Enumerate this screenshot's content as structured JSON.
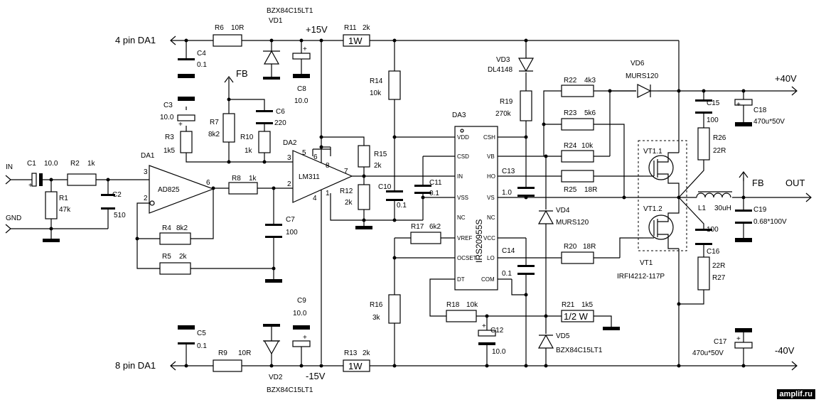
{
  "rails": {
    "pos15": "+15V",
    "neg15": "-15V",
    "pos40": "+40V",
    "neg40": "-40V"
  },
  "ports": {
    "in": "IN",
    "gnd": "GND",
    "out": "OUT",
    "fb_left": "FB",
    "fb_right": "FB",
    "pin4": "4 pin DA1",
    "pin8": "8 pin DA1"
  },
  "chips": {
    "da1": {
      "ref": "DA1",
      "part": "AD825",
      "pins": [
        "3",
        "2",
        "6"
      ]
    },
    "da2": {
      "ref": "DA2",
      "part": "LM311",
      "pins": [
        "3",
        "2",
        "7",
        "5",
        "6",
        "8",
        "4",
        "1"
      ]
    },
    "da3": {
      "ref": "DA3",
      "part": "IRS20955S",
      "left_pins": [
        "VDD",
        "CSD",
        "IN",
        "VSS",
        "NC",
        "VREF",
        "OCSET",
        "DT"
      ],
      "right_pins": [
        "CSH",
        "VB",
        "HO",
        "VS",
        "NC",
        "VCC",
        "LO",
        "COM"
      ]
    }
  },
  "resistors": {
    "r1": {
      "ref": "R1",
      "val": "47k"
    },
    "r2": {
      "ref": "R2",
      "val": "1k"
    },
    "r3": {
      "ref": "R3",
      "val": "1k5"
    },
    "r4": {
      "ref": "R4",
      "val": "8k2"
    },
    "r5": {
      "ref": "R5",
      "val": "2k"
    },
    "r6": {
      "ref": "R6",
      "val": "10R"
    },
    "r7": {
      "ref": "R7",
      "val": "8k2"
    },
    "r8": {
      "ref": "R8",
      "val": "1k"
    },
    "r9": {
      "ref": "R9",
      "val": "10R"
    },
    "r10": {
      "ref": "R10",
      "val": "1k"
    },
    "r11": {
      "ref": "R11",
      "val": "2k",
      "power": "1W"
    },
    "r12": {
      "ref": "R12",
      "val": "2k"
    },
    "r13": {
      "ref": "R13",
      "val": "2k",
      "power": "1W"
    },
    "r14": {
      "ref": "R14",
      "val": "10k"
    },
    "r15": {
      "ref": "R15",
      "val": "2k"
    },
    "r16": {
      "ref": "R16",
      "val": "3k"
    },
    "r17": {
      "ref": "R17",
      "val": "6k2"
    },
    "r18": {
      "ref": "R18",
      "val": "10k"
    },
    "r19": {
      "ref": "R19",
      "val": "270k"
    },
    "r20": {
      "ref": "R20",
      "val": "18R"
    },
    "r21": {
      "ref": "R21",
      "val": "1k5",
      "power": "1/2 W"
    },
    "r22": {
      "ref": "R22",
      "val": "4k3"
    },
    "r23": {
      "ref": "R23",
      "val": "5k6"
    },
    "r24": {
      "ref": "R24",
      "val": "10k"
    },
    "r25": {
      "ref": "R25",
      "val": "18R"
    },
    "r26": {
      "ref": "R26",
      "val": "22R"
    },
    "r27": {
      "ref": "R27",
      "val": "22R"
    }
  },
  "capacitors": {
    "c1": {
      "ref": "C1",
      "val": "10.0"
    },
    "c2": {
      "ref": "C2",
      "val": "510"
    },
    "c3": {
      "ref": "C3",
      "val": "10.0"
    },
    "c4": {
      "ref": "C4",
      "val": "0.1"
    },
    "c5": {
      "ref": "C5",
      "val": "0.1"
    },
    "c6": {
      "ref": "C6",
      "val": "220"
    },
    "c7": {
      "ref": "C7",
      "val": "100"
    },
    "c8": {
      "ref": "C8",
      "val": "10.0"
    },
    "c9": {
      "ref": "C9",
      "val": "10.0"
    },
    "c10": {
      "ref": "C10",
      "val": "0.1"
    },
    "c11": {
      "ref": "C11",
      "val": "0.1"
    },
    "c12": {
      "ref": "C12",
      "val": "10.0"
    },
    "c13": {
      "ref": "C13",
      "val": "1.0"
    },
    "c14": {
      "ref": "C14",
      "val": "0.1"
    },
    "c15": {
      "ref": "C15",
      "val": "100"
    },
    "c16": {
      "ref": "C16",
      "val": "100"
    },
    "c17": {
      "ref": "C17",
      "val": "470u*50V"
    },
    "c18": {
      "ref": "C18",
      "val": "470u*50V"
    },
    "c19": {
      "ref": "C19",
      "val": "0.68*100V"
    }
  },
  "diodes": {
    "vd1": {
      "ref": "VD1",
      "val": "BZX84C15LT1"
    },
    "vd2": {
      "ref": "VD2",
      "val": "BZX84C15LT1"
    },
    "vd3": {
      "ref": "VD3",
      "val": "DL4148"
    },
    "vd4": {
      "ref": "VD4",
      "val": "MURS120"
    },
    "vd5": {
      "ref": "VD5",
      "val": "BZX84C15LT1"
    },
    "vd6": {
      "ref": "VD6",
      "val": "MURS120"
    }
  },
  "transistors": {
    "vt11": "VT1.1",
    "vt12": "VT1.2",
    "vt1_ref": "VT1",
    "vt1_part": "IRFI4212-117P"
  },
  "inductor": {
    "ref": "L1",
    "val": "30uH"
  },
  "plus_sign": "+",
  "watermark": "amplif.ru"
}
